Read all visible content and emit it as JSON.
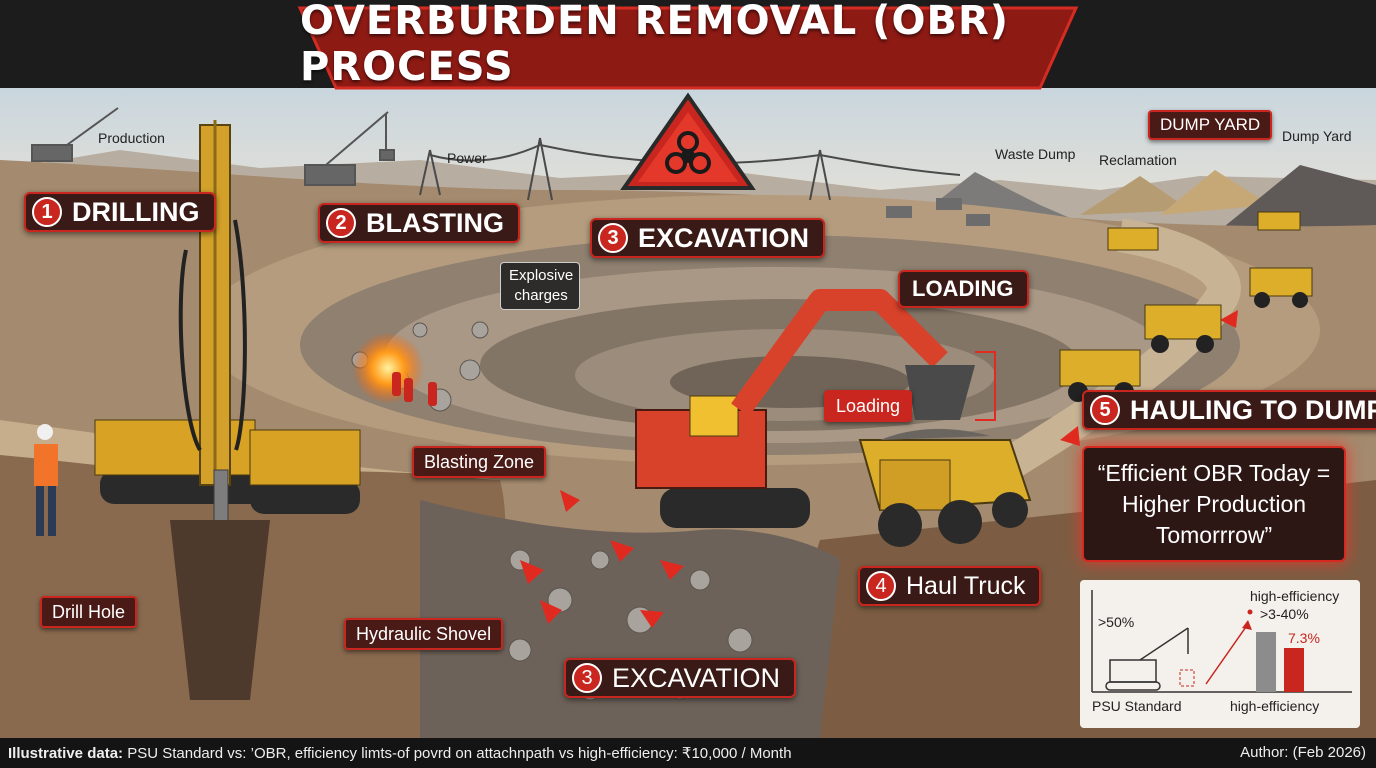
{
  "title": "OVERBURDEN REMOVAL (OBR) PROCESS",
  "steps": {
    "drilling": {
      "num": "1",
      "label": "DRILLING"
    },
    "blasting": {
      "num": "2",
      "label": "BLASTING"
    },
    "excavation_top": {
      "num": "3",
      "label": "EXCAVATION"
    },
    "loading": {
      "label": "LOADING"
    },
    "hauling": {
      "num": "5",
      "label": "HAULING TO DUMP"
    },
    "haul_truck": {
      "num": "4",
      "label": "Haul Truck"
    },
    "excavation_bottom": {
      "num": "3",
      "label": "EXCAVATION"
    }
  },
  "labels": {
    "explosive_charges": "Explosive charges",
    "blasting_zone": "Blasting Zone",
    "loading_small": "Loading",
    "drill_hole": "Drill Hole",
    "hydraulic_shovel": "Hydraulic Shovel",
    "dump_yard_banner": "DUMP YARD"
  },
  "background_labels": {
    "production": "Production",
    "power": "Power",
    "waste_dump": "Waste Dump",
    "reclamation": "Reclamation",
    "dump_yard": "Dump Yard"
  },
  "quote": "“Efficient OBR Today = Higher Production Tomorrrow”",
  "mini_chart": {
    "top_label": "high-efficiency",
    "trend_label": ">3-40%",
    "left_value": ">50%",
    "bar_value": "7.3%",
    "x_left": "PSU Standard",
    "x_right": "high-efficiency"
  },
  "footer": {
    "bold": "Illustrative data:",
    "text": " PSU Standard vs: ’OBR, efficiency limts-of povrd on attachnpath vs high-efficiency: ₹10,000 / Month",
    "author": "Author: (Feb 2026)"
  },
  "icons": [
    "biohazard-icon",
    "warning-triangle-icon"
  ],
  "colors": {
    "accent": "#c8261e",
    "header": "#1c1c1c",
    "truck": "#e2b12a",
    "excavator": "#d8422a"
  }
}
